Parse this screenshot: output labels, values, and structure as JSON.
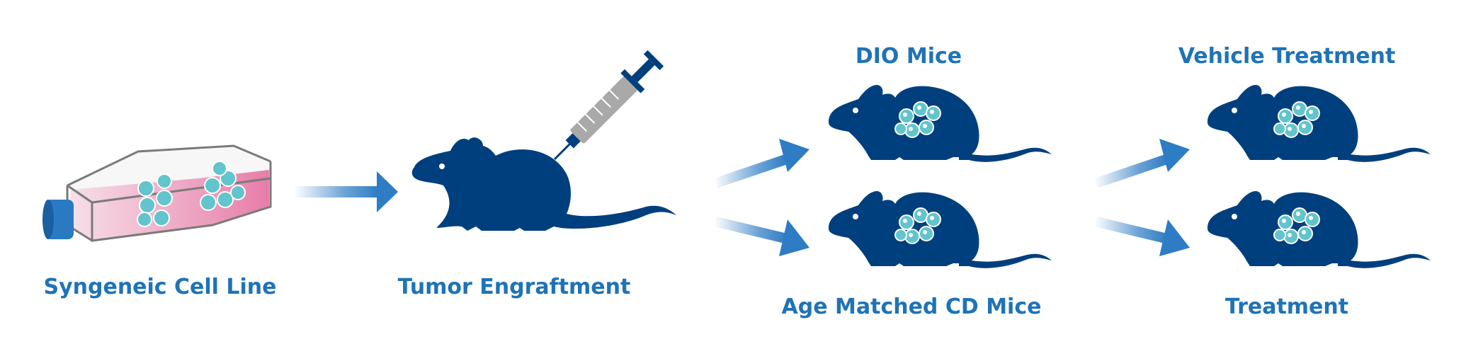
{
  "colors": {
    "mouse": "#003f7d",
    "label": "#1f73b7",
    "tumor_cell": "#62c4cc",
    "arrow": "#2d7cc4",
    "flask_fluid": "#e4689a",
    "cap": "#2a7ac3"
  },
  "steps": {
    "cell_line": {
      "label": "Syngeneic Cell Line",
      "icon": "culture-flask-icon"
    },
    "engraftment": {
      "label": "Tumor Engraftment",
      "icon": "syringe-icon"
    },
    "groups": [
      {
        "label": "DIO Mice",
        "icon": "mouse-with-tumor-icon"
      },
      {
        "label": "Age Matched CD Mice",
        "icon": "mouse-with-tumor-icon"
      }
    ],
    "treatments": [
      {
        "label": "Vehicle Treatment",
        "icon": "mouse-with-tumor-icon"
      },
      {
        "label": "Treatment",
        "icon": "mouse-with-tumor-icon"
      }
    ]
  }
}
